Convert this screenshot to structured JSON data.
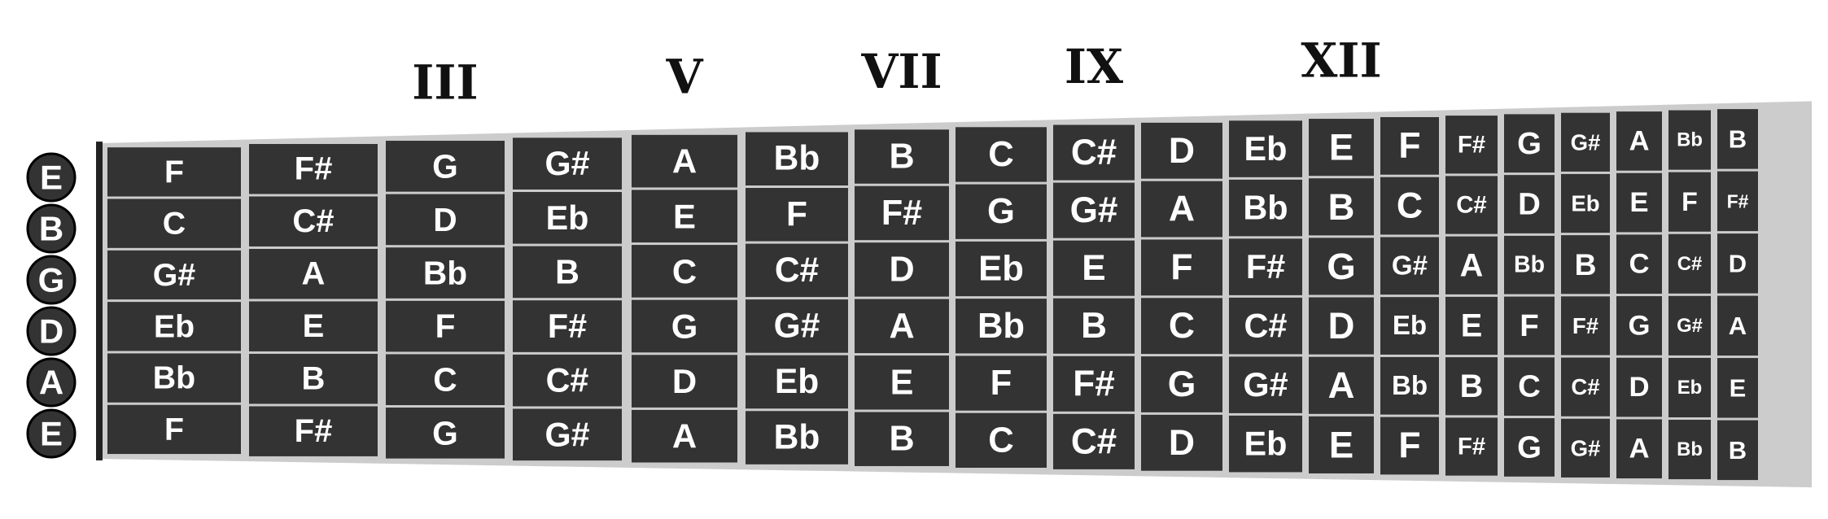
{
  "open_strings": [
    "E",
    "B",
    "G",
    "D",
    "A",
    "E"
  ],
  "fret_markers": [
    {
      "fret": 3,
      "label": "III"
    },
    {
      "fret": 5,
      "label": "V"
    },
    {
      "fret": 7,
      "label": "VII"
    },
    {
      "fret": 9,
      "label": "IX"
    },
    {
      "fret": 12,
      "label": "XII"
    }
  ],
  "frets": [
    [
      "F",
      "C",
      "G#",
      "Eb",
      "Bb",
      "F"
    ],
    [
      "F#",
      "C#",
      "A",
      "E",
      "B",
      "F#"
    ],
    [
      "G",
      "D",
      "Bb",
      "F",
      "C",
      "G"
    ],
    [
      "G#",
      "Eb",
      "B",
      "F#",
      "C#",
      "G#"
    ],
    [
      "A",
      "E",
      "C",
      "G",
      "D",
      "A"
    ],
    [
      "Bb",
      "F",
      "C#",
      "G#",
      "Eb",
      "Bb"
    ],
    [
      "B",
      "F#",
      "D",
      "A",
      "E",
      "B"
    ],
    [
      "C",
      "G",
      "Eb",
      "Bb",
      "F",
      "C"
    ],
    [
      "C#",
      "G#",
      "E",
      "B",
      "F#",
      "C#"
    ],
    [
      "D",
      "A",
      "F",
      "C",
      "G",
      "D"
    ],
    [
      "Eb",
      "Bb",
      "F#",
      "C#",
      "G#",
      "Eb"
    ],
    [
      "E",
      "B",
      "G",
      "D",
      "A",
      "E"
    ],
    [
      "F",
      "C",
      "G#",
      "Eb",
      "Bb",
      "F"
    ],
    [
      "F#",
      "C#",
      "A",
      "E",
      "B",
      "F#"
    ],
    [
      "G",
      "D",
      "Bb",
      "F",
      "C",
      "G"
    ],
    [
      "G#",
      "Eb",
      "B",
      "F#",
      "C#",
      "G#"
    ],
    [
      "A",
      "E",
      "C",
      "G",
      "D",
      "A"
    ],
    [
      "Bb",
      "F",
      "C#",
      "G#",
      "Eb",
      "Bb"
    ],
    [
      "B",
      "F#",
      "D",
      "A",
      "E",
      "B"
    ]
  ],
  "colors": {
    "cell": "#333333",
    "board": "#cccccc",
    "text": "#ffffff"
  }
}
